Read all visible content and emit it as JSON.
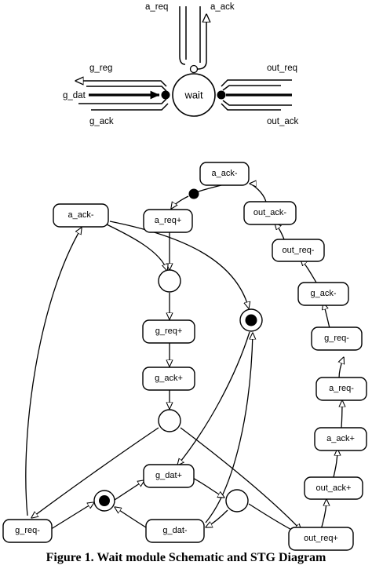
{
  "schematic": {
    "module_label": "wait",
    "signals": {
      "a_req": "a_req",
      "a_ack": "a_ack",
      "g_req": "g_reg",
      "g_dat": "g_dat",
      "g_ack": "g_ack",
      "out_req": "out_req",
      "out_ack": "out_ack"
    }
  },
  "stg": {
    "transitions": {
      "a_ack_minus_top": "a_ack-",
      "a_req_plus": "a_req+",
      "out_ack_minus": "out_ack-",
      "a_ack_minus_left": "a_ack-",
      "out_req_minus": "out_req-",
      "g_ack_minus": "g_ack-",
      "g_req_plus": "g_req+",
      "g_req_minus_right": "g_req-",
      "g_ack_plus": "g_ack+",
      "a_req_minus": "a_req-",
      "a_ack_plus": "a_ack+",
      "g_dat_plus": "g_dat+",
      "out_ack_plus": "out_ack+",
      "g_req_minus_left": "g_req-",
      "g_dat_minus": "g_dat-",
      "out_req_plus": "out_req+"
    },
    "marked_places": [
      "p-arc-top",
      "p-right-of-gack",
      "p-bottom-left"
    ]
  },
  "caption": "Figure 1. Wait module Schematic and STG Diagram"
}
